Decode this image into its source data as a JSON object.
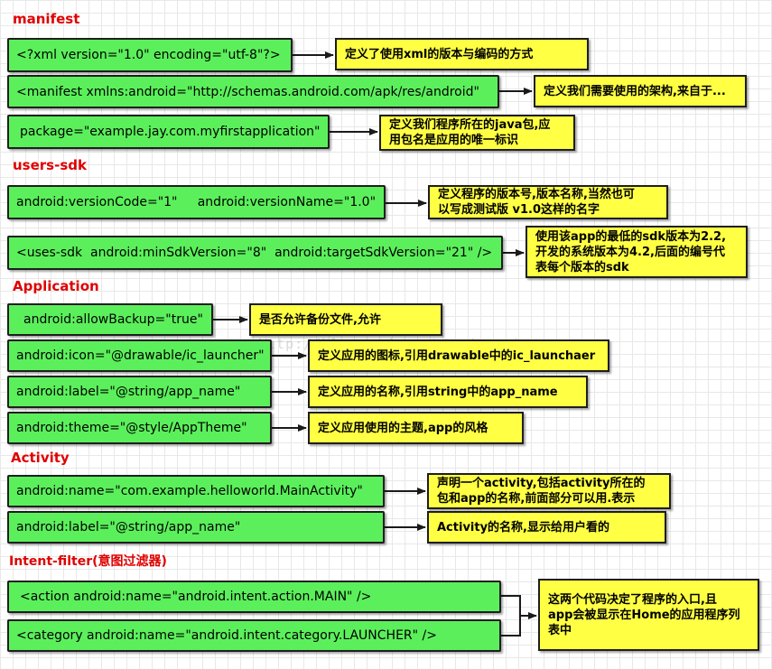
{
  "sections": {
    "manifest": "manifest",
    "users_sdk": "users-sdk",
    "application": "Application",
    "activity": "Activity",
    "intent_filter": "Intent-filter(意图过滤器)"
  },
  "code": {
    "xml_decl": "<?xml version=\"1.0\" encoding=\"utf-8\"?>",
    "manifest_xmlns": "<manifest xmlns:android=\"http://schemas.android.com/apk/res/android\"",
    "package": "package=\"example.jay.com.myfirstapplication\"",
    "version": "android:versionCode=\"1\"     android:versionName=\"1.0\"",
    "uses_sdk": "<uses-sdk  android:minSdkVersion=\"8\"  android:targetSdkVersion=\"21\" />",
    "allow_backup": "android:allowBackup=\"true\"",
    "icon": "android:icon=\"@drawable/ic_launcher\"",
    "app_label": "android:label=\"@string/app_name\"",
    "theme": "android:theme=\"@style/AppTheme\"",
    "activity_name": "android:name=\"com.example.helloworld.MainActivity\"",
    "activity_label": "android:label=\"@string/app_name\"",
    "action": "<action android:name=\"android.intent.action.MAIN\" />",
    "category": "<category android:name=\"android.intent.category.LAUNCHER\" />"
  },
  "notes": {
    "xml_decl": "定义了使用xml的版本与编码的方式",
    "manifest_xmlns": "定义我们需要使用的架构,来自于...",
    "package": [
      "定义我们程序所在的java包,应",
      "用包名是应用的唯一标识"
    ],
    "version": [
      "定义程序的版本号,版本名称,当然也可",
      "以写成测试版 v1.0这样的名字"
    ],
    "uses_sdk": [
      "使用该app的最低的sdk版本为2.2,",
      "开发的系统版本为4.2,后面的编号代",
      "表每个版本的sdk"
    ],
    "allow_backup": "是否允许备份文件,允许",
    "icon": "定义应用的图标,引用drawable中的ic_launchaer",
    "app_label": "定义应用的名称,引用string中的app_name",
    "theme": "定义应用使用的主题,app的风格",
    "activity_name": [
      "声明一个activity,包括activity所在的",
      "包和app的名称,前面部分可以用.表示"
    ],
    "activity_label": "Activity的名称,显示给用户看的",
    "intent": [
      "这两个代码决定了程序的入口,且",
      "app会被显示在Home的应用程序列",
      "表中"
    ]
  },
  "watermark": "http://blog.csdn.net/coder_pig"
}
